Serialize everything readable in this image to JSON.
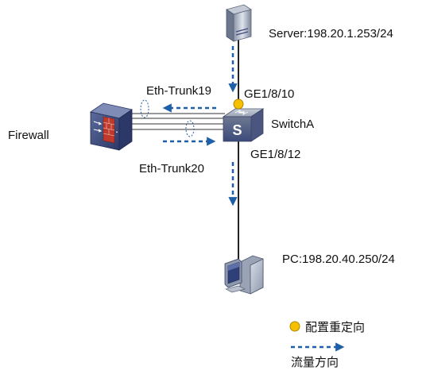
{
  "labels": {
    "server": "Server:198.20.1.253/24",
    "port_in": "GE1/8/10",
    "switch": "SwitchA",
    "port_out": "GE1/8/12",
    "trunk_top": "Eth-Trunk19",
    "trunk_bottom": "Eth-Trunk20",
    "firewall": "Firewall",
    "pc": "PC:198.20.40.250/24"
  },
  "legend": {
    "redirect": "配置重定向",
    "flow": "流量方向"
  },
  "colors": {
    "flow_arrow": "#1f5fa8",
    "redirect_marker": "#f5c000",
    "links": "#222222",
    "device_body": "#3c4a7a"
  },
  "icons": {
    "server": "server-icon",
    "switch": "switch-icon",
    "firewall": "firewall-icon",
    "pc": "pc-icon"
  }
}
